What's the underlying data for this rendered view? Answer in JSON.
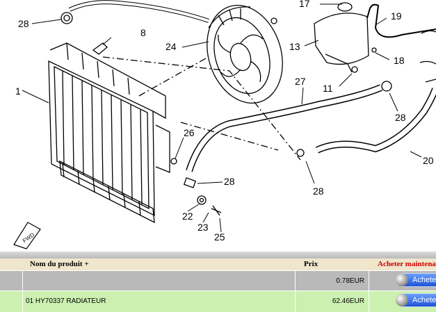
{
  "diagram": {
    "callouts": [
      "28",
      "8",
      "24",
      "17",
      "19",
      "13",
      "18",
      "1",
      "27",
      "11",
      "28",
      "26",
      "20",
      "28",
      "28",
      "22",
      "23",
      "25"
    ],
    "fwd_label": "FWD"
  },
  "table": {
    "headers": {
      "name": "Nom du produit +",
      "price": "Prix",
      "buy": "Acheter maintenant"
    },
    "rows": [
      {
        "name": "",
        "price": "0.78EUR",
        "button": "Acheter"
      },
      {
        "name": "01 HY70337 RADIATEUR",
        "price": "62.46EUR",
        "button": "Acheter"
      }
    ],
    "colors": {
      "header_bg": "#efe6cc",
      "row_gray": "#b9b9b9",
      "row_green": "#ccf0b0",
      "buy_header": "#cc0000",
      "button": "#1c4fd6"
    }
  }
}
